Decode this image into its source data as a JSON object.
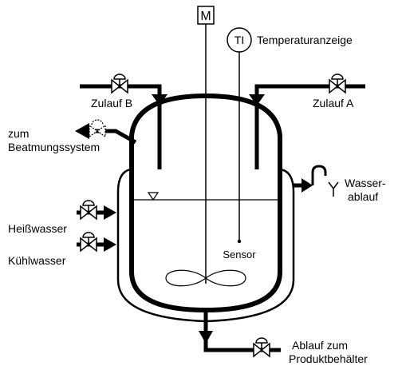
{
  "labels": {
    "motor": "M",
    "indicator": "TI",
    "temperature": "Temperaturanzeige",
    "inlet_a": "Zulauf A",
    "inlet_b": "Zulauf B",
    "vent_line1": "zum",
    "vent_line2": "Beatmungssystem",
    "water_drain_line1": "Wasser-",
    "water_drain_line2": "ablauf",
    "hot_water": "Heißwasser",
    "cooling_water": "Kühlwasser",
    "sensor": "Sensor",
    "product_drain_line1": "Ablauf zum",
    "product_drain_line2": "Produktbehälter"
  },
  "colors": {
    "line": "#000000",
    "background": "#ffffff"
  }
}
